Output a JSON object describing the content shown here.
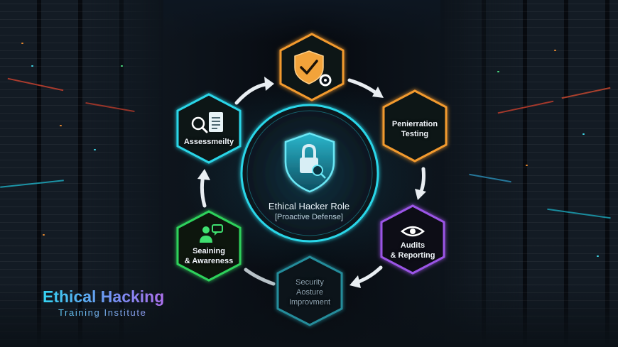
{
  "center": {
    "title": "Ethical Hacker Role",
    "subtitle": "[Proactive Defense]"
  },
  "nodes": [
    {
      "key": "top",
      "label": "",
      "icon": "shield-check-gear-icon",
      "color": "#f29a2e"
    },
    {
      "key": "pentest",
      "label_line1": "Penierration",
      "label_line2": "Testing",
      "icon": "",
      "color": "#f29a2e"
    },
    {
      "key": "audits",
      "label_line1": "Audits",
      "label_line2": "& Reporting",
      "icon": "eye-icon",
      "color": "#9b55e6"
    },
    {
      "key": "posture",
      "label_line1": "Security",
      "label_line2": "Aosture",
      "label_line3": "Improvment",
      "icon": "",
      "color": "#2aa3b3"
    },
    {
      "key": "training",
      "label_line1": "Seaining",
      "label_line2": "& Awareness",
      "icon": "person-chat-icon",
      "color": "#2fd15c"
    },
    {
      "key": "assessment",
      "label": "Assessmeilty",
      "icon": "magnifier-document-icon",
      "color": "#2ad6e8"
    }
  ],
  "brand": {
    "title": "Ethical Hacking",
    "subtitle": "Training Institute"
  },
  "colors": {
    "cyan": "#2ad6e8",
    "orange": "#f29a2e",
    "purple": "#9b55e6",
    "green": "#2fd15c",
    "teal": "#2aa3b3"
  }
}
